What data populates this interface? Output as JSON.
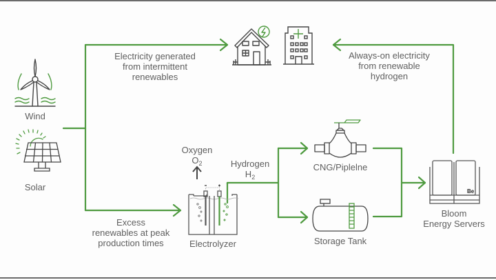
{
  "colors": {
    "accent": "#4e9a3f",
    "stroke": "#444444",
    "text": "#5e5e5e"
  },
  "sources": {
    "wind": {
      "label": "Wind",
      "icon": "wind-turbine-icon"
    },
    "solar": {
      "label": "Solar",
      "icon": "solar-panel-icon"
    }
  },
  "consumers": {
    "home": {
      "icon": "house-with-bolt-icon"
    },
    "hospital": {
      "icon": "hospital-building-icon"
    }
  },
  "flows": {
    "intermittent": {
      "lines": [
        "Electricity generated",
        "from intermittent",
        "renewables"
      ]
    },
    "always_on": {
      "lines": [
        "Always-on electricity",
        "from renewable",
        "hydrogen"
      ]
    },
    "excess": {
      "lines": [
        "Excess",
        "renewables at peak",
        "production times"
      ]
    }
  },
  "electrolyzer": {
    "label": "Electrolyzer",
    "oxygen": {
      "name": "Oxygen",
      "formula": "O",
      "subscript": "2"
    },
    "hydrogen": {
      "name": "Hydrogen",
      "formula": "H",
      "subscript": "2"
    },
    "terminals": {
      "negative": "-",
      "positive": "+"
    }
  },
  "storage": {
    "pipeline": {
      "label": "CNG/Piplelne",
      "icon": "pipeline-valve-icon"
    },
    "tank": {
      "label": "Storage Tank",
      "icon": "storage-tank-icon"
    }
  },
  "servers": {
    "lines": [
      "Bloom",
      "Energy Servers"
    ],
    "logo": "Be",
    "icon": "bloom-server-icon"
  }
}
